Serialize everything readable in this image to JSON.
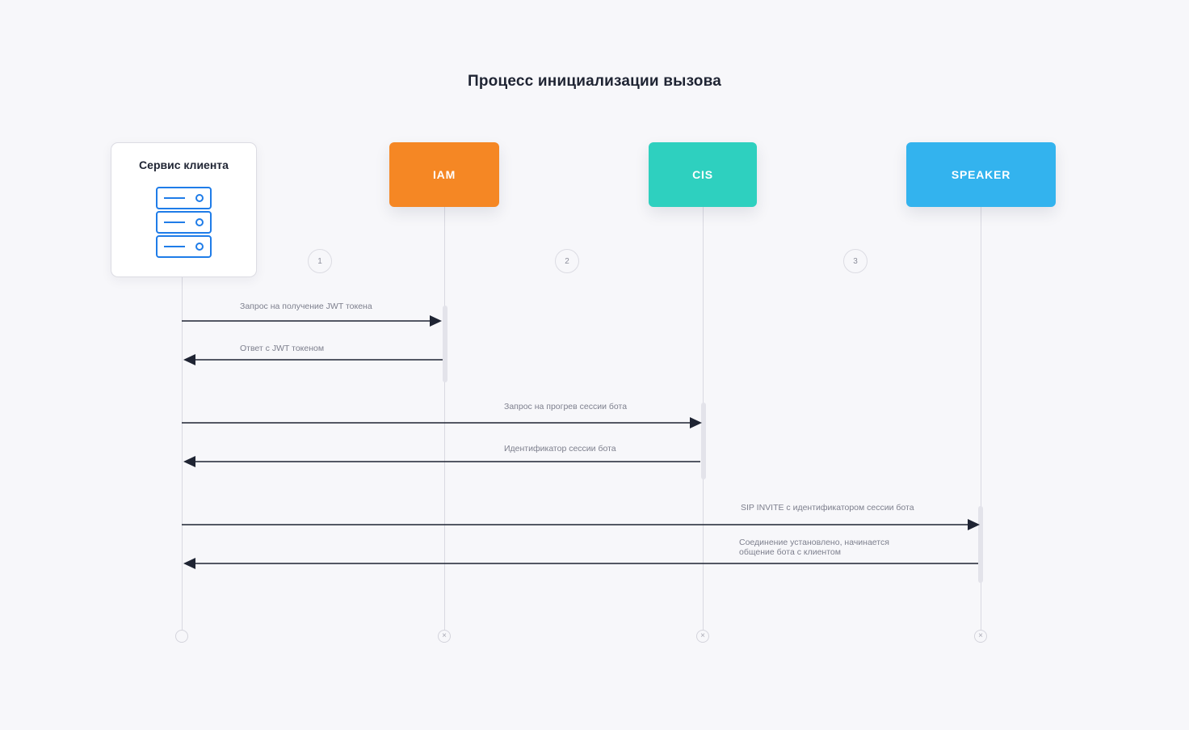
{
  "title": "Процесс инициализации вызова",
  "actors": {
    "client": {
      "label": "Сервис клиента"
    },
    "iam": {
      "label": "IAM",
      "color": "#f58724"
    },
    "cis": {
      "label": "CIS",
      "color": "#2ed0bf"
    },
    "speaker": {
      "label": "SPEAKER",
      "color": "#33b3ee"
    }
  },
  "steps": [
    "1",
    "2",
    "3"
  ],
  "messages": [
    {
      "from": "client",
      "to": "iam",
      "label": "Запрос на получение JWT токена"
    },
    {
      "from": "iam",
      "to": "client",
      "label": "Ответ с JWT токеном"
    },
    {
      "from": "client",
      "to": "cis",
      "label": "Запрос на прогрев сессии бота"
    },
    {
      "from": "cis",
      "to": "client",
      "label": "Идентификатор сессии бота"
    },
    {
      "from": "client",
      "to": "speaker",
      "label": "SIP INVITE с идентификатором сессии бота"
    },
    {
      "from": "speaker",
      "to": "client",
      "label_line1": "Соединение установлено, начинается",
      "label_line2": "общение бота с клиентом"
    }
  ],
  "end_markers": {
    "client": "",
    "iam": "×",
    "cis": "×",
    "speaker": "×"
  },
  "colors": {
    "arrow": "#1f2433",
    "icon": "#1f7ce8",
    "lifeline": "#d9d9e1"
  }
}
